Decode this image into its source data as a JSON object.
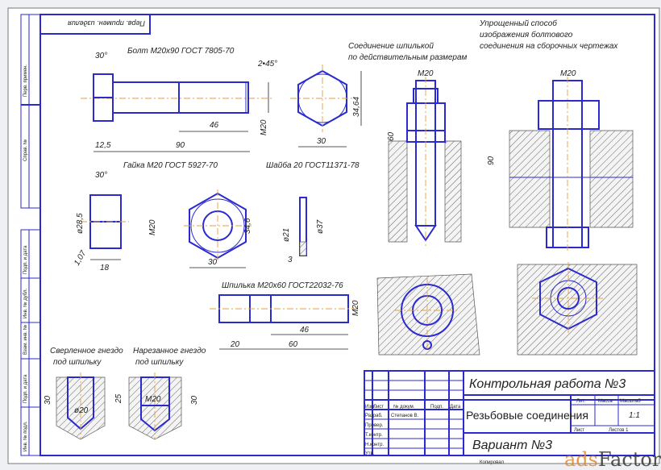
{
  "sidebar_labels": [
    "Перв. примен.",
    "Справ. №",
    "Подп. и дата",
    "Инв. № дубл.",
    "Взам. инв. №",
    "Подп. и дата",
    "Инв. № подл."
  ],
  "stamp_top": "Перв. примен. изделия",
  "bolt": {
    "title": "Болт М20х90 ГОСТ 7805-70",
    "angle": "30°",
    "chamfer": "2•45°",
    "thread_len": "46",
    "length": "90",
    "head": "12,5",
    "thread": "М20"
  },
  "bolt_head_view": {
    "across_corners": "34,64",
    "across_flats": "30"
  },
  "nut": {
    "title": "Гайка М20 ГОСТ 5927-70",
    "angle": "30°",
    "diameter": "ø28,5",
    "chamfer": "1,07",
    "height": "18",
    "thread": "М20",
    "across_corners": "34,6",
    "across_flats": "30"
  },
  "washer": {
    "title": "Шайба 20 ГОСТ11371-78",
    "inner": "ø21",
    "outer": "ø37",
    "thickness": "3"
  },
  "stud": {
    "title": "Шпилька М20х60 ГОСТ22032-76",
    "thread_len": "46",
    "length": "60",
    "end": "20",
    "thread": "М20"
  },
  "stud_joint": {
    "title_1": "Соединение шпилькой",
    "title_2": "по действительным размерам",
    "thread": "М20",
    "depth": "60"
  },
  "bolt_joint": {
    "title_1": "Упрощенный способ",
    "title_2": "изображения болтового",
    "title_3": "соединения на сборочных чертежах",
    "thread": "М20",
    "length": "90"
  },
  "drilled_socket": {
    "title_1": "Сверленное гнездо",
    "title_2": "под шпильку",
    "depth": "30",
    "diameter": "ø20"
  },
  "threaded_socket": {
    "title_1": "Нарезанное гнездо",
    "title_2": "под шпильку",
    "thread_depth": "25",
    "thread": "М20",
    "depth": "30"
  },
  "title_block": {
    "work": "Контрольная работа №3",
    "subject": "Резьбовые соединения",
    "variant": "Вариант №3",
    "headers": [
      "Изм.",
      "Лист",
      "№ докум.",
      "Подп.",
      "Дата"
    ],
    "roles": [
      "Разраб.",
      "Провер.",
      "Т.контр.",
      "Н.контр.",
      "Утв."
    ],
    "author": "Степанов В.",
    "lit": "Лит.",
    "mass": "Масса",
    "scale_label": "Масштаб",
    "scale": "1:1",
    "sheet": "Лист",
    "sheets": "Листов 1",
    "copied": "Копировал"
  },
  "watermark": "adsFactory"
}
